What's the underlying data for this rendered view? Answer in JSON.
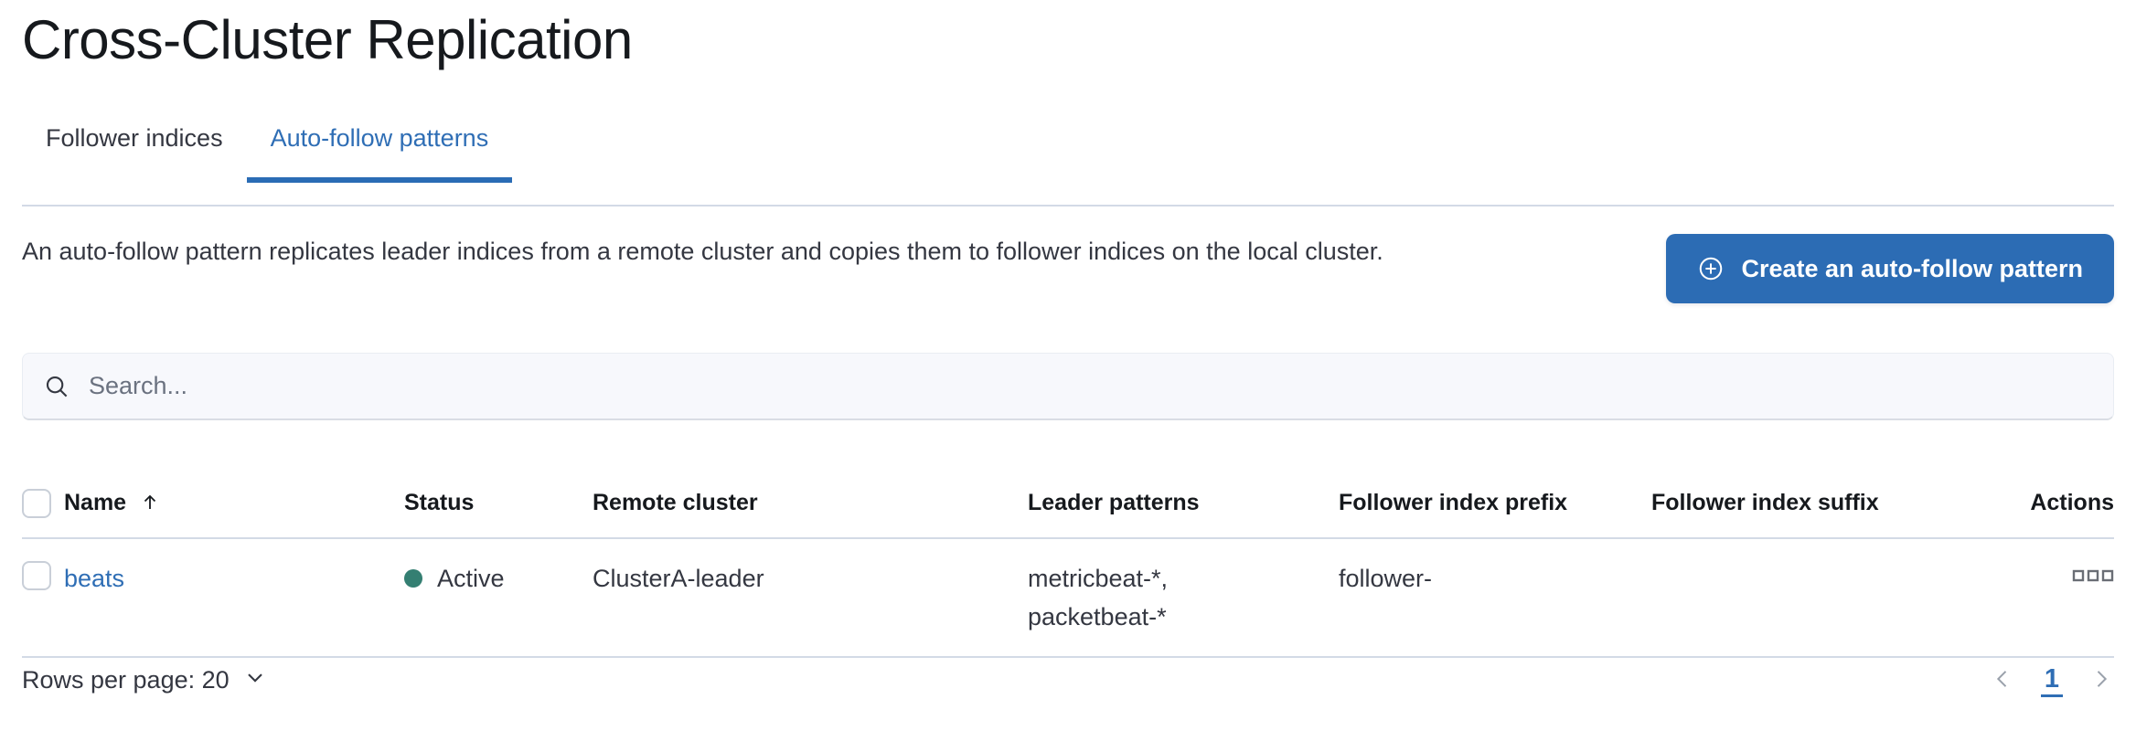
{
  "header": {
    "title": "Cross-Cluster Replication"
  },
  "tabs": [
    {
      "label": "Follower indices",
      "active": false,
      "name": "tab-follower-indices"
    },
    {
      "label": "Auto-follow patterns",
      "active": true,
      "name": "tab-auto-follow-patterns"
    }
  ],
  "description": "An auto-follow pattern replicates leader indices from a remote cluster and copies them to follower indices on the local cluster.",
  "actions": {
    "create_label": "Create an auto-follow pattern",
    "create_icon": "plus-in-circle-icon"
  },
  "search": {
    "placeholder": "Search...",
    "value": "",
    "icon": "search-icon"
  },
  "table": {
    "columns": [
      {
        "label": "Name",
        "sorted": "asc",
        "sort_icon": "arrow-up-icon"
      },
      {
        "label": "Status"
      },
      {
        "label": "Remote cluster"
      },
      {
        "label": "Leader patterns"
      },
      {
        "label": "Follower index prefix"
      },
      {
        "label": "Follower index suffix"
      },
      {
        "label": "Actions"
      }
    ],
    "rows": [
      {
        "name": "beats",
        "status": "Active",
        "status_color": "#347f72",
        "remote_cluster": "ClusterA-leader",
        "leader_patterns_line1": "metricbeat-*,",
        "leader_patterns_line2": "packetbeat-*",
        "follower_index_prefix": "follower-",
        "follower_index_suffix": "",
        "actions_icon": "boxes-glyph"
      }
    ]
  },
  "footer": {
    "rows_per_page_label": "Rows per page: 20",
    "rows_per_page_icon": "chevron-down-icon",
    "prev_icon": "chevron-left-icon",
    "next_icon": "chevron-right-icon",
    "current_page": "1"
  },
  "colors": {
    "accent_blue": "#2c6cb4",
    "link_blue": "#2f6eb5",
    "status_green": "#347f72",
    "border": "#d3dae6"
  }
}
